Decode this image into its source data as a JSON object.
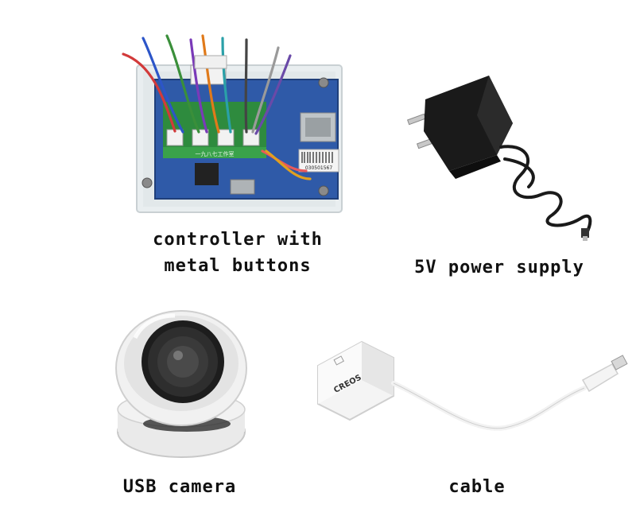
{
  "products": [
    {
      "id": "controller",
      "caption_lines": [
        "controller with",
        "metal buttons"
      ],
      "board_silkscreen": "一九八七工作室",
      "barcode_label": "030501567"
    },
    {
      "id": "power-supply",
      "caption_lines": [
        "5V power supply"
      ]
    },
    {
      "id": "camera",
      "caption_lines": [
        "USB camera"
      ]
    },
    {
      "id": "cable",
      "caption_lines": [
        "cable"
      ],
      "adapter_brand": "CREOS"
    }
  ]
}
